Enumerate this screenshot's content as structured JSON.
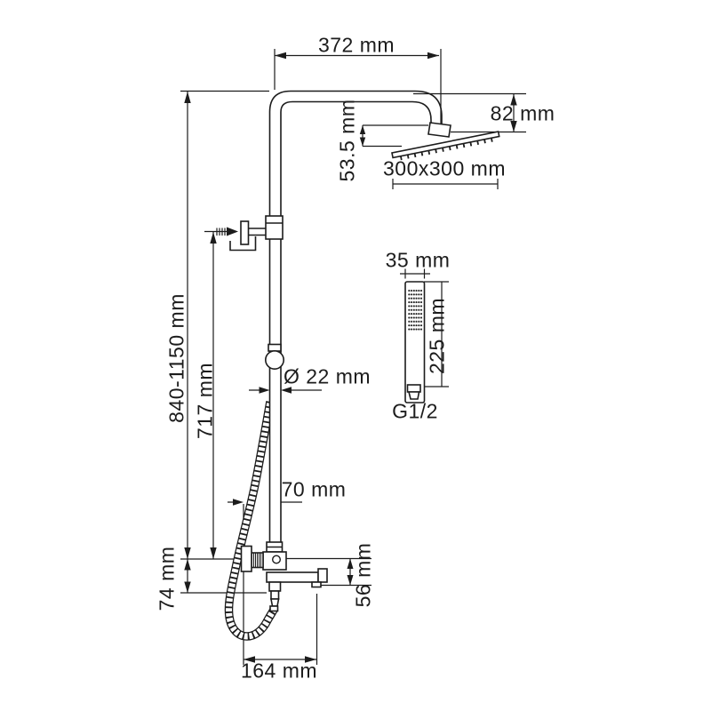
{
  "drawing": {
    "subject": "shower-system-technical-drawing",
    "background": "#ffffff",
    "line_color": "#1c1c1c",
    "labels": {
      "top_arm_width": "372 mm",
      "head_drop": "82 mm",
      "head_offset_height": "53.5 mm",
      "head_size": "300x300 mm",
      "handshower_width": "35 mm",
      "handshower_length": "225 mm",
      "thread": "G1/2",
      "pipe_diameter": "Ø 22 mm",
      "wall_to_pipe": "70 mm",
      "column_height": "840-1150 mm",
      "bracket_to_mixer": "717 mm",
      "mixer_offset": "74 mm",
      "spout_drop": "56 mm",
      "spout_reach": "164 mm"
    }
  }
}
